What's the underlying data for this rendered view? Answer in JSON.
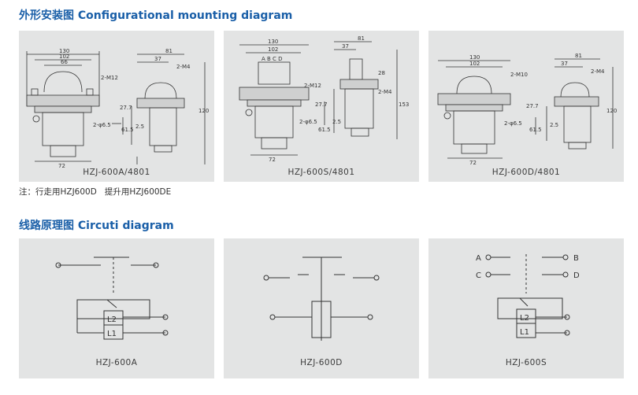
{
  "sections": {
    "mounting_title": "外形安装图 Configurational mounting diagram",
    "circuit_title": "线路原理图 Circuti diagram"
  },
  "note": "注：行走用HZJ600D   提升用HZJ600DE",
  "mounting_panels": [
    {
      "caption": "HZJ-600A/4801",
      "dims": {
        "w130": "130",
        "w102": "102",
        "w66": "66",
        "w72": "72",
        "w81": "81",
        "w37": "37",
        "m12": "2-M12",
        "m4": "2-M4",
        "hole": "2-φ6.5",
        "d27_7": "27.7",
        "d61_5": "61.5",
        "d2_5": "2.5",
        "d120": "120"
      }
    },
    {
      "caption": "HZJ-600S/4801",
      "dims": {
        "w130": "130",
        "w102": "102",
        "w72": "72",
        "w81": "81",
        "w37": "37",
        "m12": "2-M12",
        "m4": "2-M4",
        "hole": "2-φ6.5",
        "d27_7": "27.7",
        "d61_5": "61.5",
        "d2_5": "2.5",
        "d153": "153",
        "d28": "28",
        "terms": "A B  C D"
      }
    },
    {
      "caption": "HZJ-600D/4801",
      "dims": {
        "w130": "130",
        "w102": "102",
        "w72": "72",
        "w81": "81",
        "w37": "37",
        "m10": "2-M10",
        "m4": "2-M4",
        "hole": "2-φ6.5",
        "d27_7": "27.7",
        "d61_5": "61.5",
        "d2_5": "2.5",
        "d120": "120"
      }
    }
  ],
  "circuit_panels": [
    {
      "caption": "HZJ-600A",
      "coil_labels": [
        "L2",
        "L1"
      ]
    },
    {
      "caption": "HZJ-600D"
    },
    {
      "caption": "HZJ-600S",
      "coil_labels": [
        "L2",
        "L1"
      ],
      "terminals": [
        "A",
        "B",
        "C",
        "D"
      ]
    }
  ]
}
